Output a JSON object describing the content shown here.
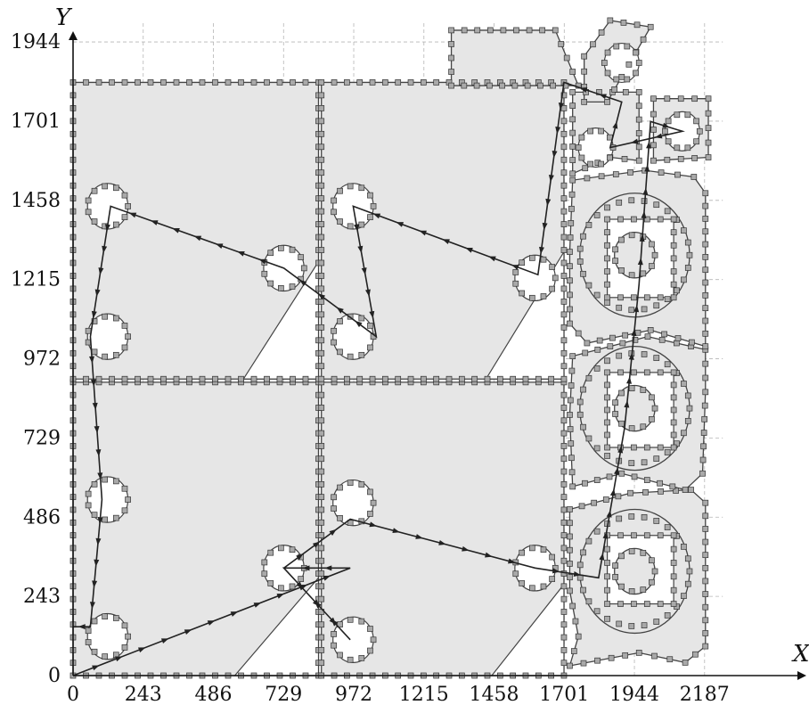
{
  "axes": {
    "x_label": "X",
    "y_label": "Y",
    "x_ticks": [
      "0",
      "243",
      "486",
      "729",
      "972",
      "1215",
      "1458",
      "1701",
      "1944",
      "2187"
    ],
    "y_ticks": [
      "0",
      "243",
      "486",
      "729",
      "972",
      "1215",
      "1458",
      "1701",
      "1944"
    ],
    "x_range": [
      0,
      2250
    ],
    "y_range": [
      0,
      2010
    ],
    "grid": true
  },
  "colors": {
    "part_fill": "#e6e6e6",
    "outline": "#444444",
    "path": "#222222",
    "marker": "#a9a9a9"
  },
  "rects": [
    [
      0,
      0,
      850,
      900
    ],
    [
      860,
      0,
      1700,
      900
    ],
    [
      0,
      910,
      850,
      1820
    ],
    [
      860,
      910,
      1700,
      1820
    ]
  ],
  "cutouts": [
    [
      [
        560,
        0
      ],
      [
        850,
        0
      ],
      [
        850,
        300
      ]
    ],
    [
      [
        1450,
        0
      ],
      [
        1700,
        0
      ],
      [
        1700,
        280
      ]
    ],
    [
      [
        590,
        910
      ],
      [
        850,
        910
      ],
      [
        850,
        1270
      ]
    ],
    [
      [
        1430,
        910
      ],
      [
        1700,
        910
      ],
      [
        1700,
        1300
      ]
    ]
  ],
  "small_circles": [
    [
      120,
      120,
      70
    ],
    [
      120,
      540,
      70
    ],
    [
      120,
      1040,
      70
    ],
    [
      120,
      1440,
      70
    ],
    [
      730,
      330,
      70
    ],
    [
      730,
      1250,
      70
    ],
    [
      970,
      110,
      70
    ],
    [
      970,
      530,
      70
    ],
    [
      970,
      1040,
      70
    ],
    [
      970,
      1440,
      70
    ],
    [
      1600,
      330,
      70
    ],
    [
      1600,
      1220,
      70
    ]
  ],
  "right_parts": [
    [
      [
        1720,
        30
      ],
      [
        1960,
        70
      ],
      [
        2120,
        40
      ],
      [
        2190,
        90
      ],
      [
        2190,
        530
      ],
      [
        2140,
        570
      ],
      [
        1930,
        560
      ],
      [
        1720,
        510
      ],
      [
        1720,
        260
      ],
      [
        1750,
        120
      ]
    ],
    [
      [
        1730,
        580
      ],
      [
        1900,
        620
      ],
      [
        2120,
        570
      ],
      [
        2180,
        620
      ],
      [
        2190,
        870
      ],
      [
        2190,
        1000
      ],
      [
        1990,
        1040
      ],
      [
        1730,
        980
      ],
      [
        1720,
        800
      ]
    ],
    [
      [
        1720,
        1080
      ],
      [
        1780,
        1020
      ],
      [
        2000,
        1060
      ],
      [
        2190,
        1010
      ],
      [
        2190,
        1480
      ],
      [
        2150,
        1530
      ],
      [
        1980,
        1550
      ],
      [
        1730,
        1520
      ],
      [
        1720,
        1300
      ]
    ]
  ],
  "big_circles": [
    [
      1945,
      320,
      190,
      1
    ],
    [
      1945,
      820,
      190,
      1
    ],
    [
      1945,
      1290,
      190,
      1
    ]
  ],
  "inner_squares": [
    [
      1850,
      220,
      2080,
      430
    ],
    [
      1850,
      700,
      2080,
      930
    ],
    [
      1850,
      1160,
      2080,
      1400
    ]
  ],
  "inner_circles": [
    [
      1945,
      320,
      70
    ],
    [
      1945,
      820,
      70
    ],
    [
      1945,
      1290,
      70
    ]
  ],
  "small_top_parts": [
    [
      [
        1730,
        1540
      ],
      [
        1860,
        1590
      ],
      [
        1960,
        1580
      ],
      [
        1960,
        1790
      ],
      [
        1730,
        1790
      ]
    ],
    [
      [
        2010,
        1580
      ],
      [
        2200,
        1590
      ],
      [
        2200,
        1770
      ],
      [
        2010,
        1770
      ]
    ]
  ],
  "small_top_circles": [
    [
      1810,
      1620,
      60
    ],
    [
      2110,
      1670,
      60
    ],
    [
      1900,
      1880,
      60
    ]
  ],
  "trapezoid": [
    [
      1310,
      1810
    ],
    [
      1750,
      1810
    ],
    [
      1670,
      1980
    ],
    [
      1310,
      1980
    ]
  ],
  "top_rounded": [
    [
      1770,
      1760
    ],
    [
      1850,
      1760
    ],
    [
      2000,
      1990
    ],
    [
      1860,
      2010
    ],
    [
      1770,
      1900
    ]
  ],
  "tool_path": [
    [
      0,
      0
    ],
    [
      960,
      330
    ],
    [
      730,
      330
    ],
    [
      960,
      110
    ],
    [
      730,
      330
    ],
    [
      960,
      480
    ],
    [
      1600,
      330
    ],
    [
      1820,
      300
    ],
    [
      1910,
      760
    ],
    [
      1960,
      1200
    ],
    [
      2000,
      1700
    ],
    [
      2110,
      1670
    ],
    [
      1860,
      1620
    ],
    [
      1900,
      1760
    ],
    [
      1700,
      1820
    ],
    [
      1610,
      1230
    ],
    [
      970,
      1440
    ],
    [
      1050,
      1040
    ],
    [
      730,
      1250
    ],
    [
      130,
      1440
    ],
    [
      60,
      1040
    ],
    [
      100,
      540
    ],
    [
      60,
      150
    ],
    [
      0,
      150
    ]
  ]
}
